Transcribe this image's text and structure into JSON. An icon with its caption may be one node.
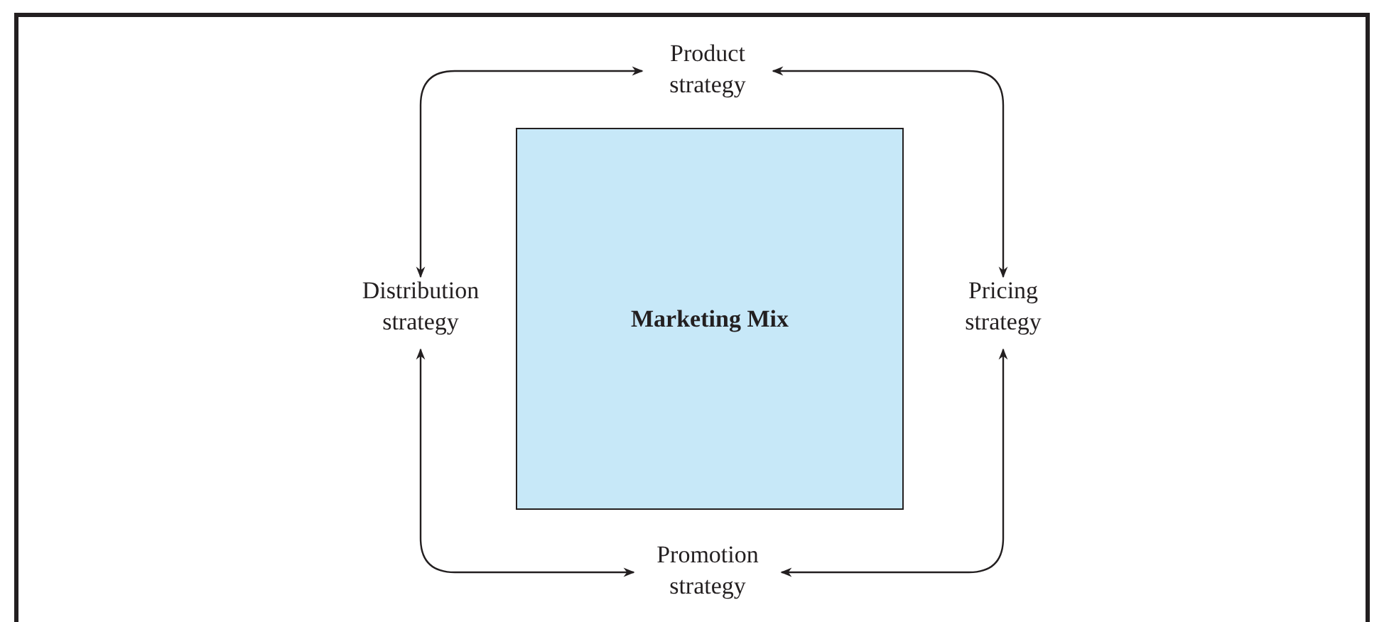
{
  "diagram": {
    "nodes": [
      {
        "text": [
          "Product strategy"
        ]
      },
      {
        "text": [
          "Distribution strategy"
        ]
      },
      {
        "text": [
          "Marketing Mix"
        ]
      },
      {
        "text": [
          "Pricing strategy"
        ]
      },
      {
        "text": [
          "Promotion strategy"
        ]
      }
    ],
    "edges": [
      {
        "from": 0,
        "to": 1,
        "arrow": "both"
      },
      {
        "from": 0,
        "to": 3,
        "arrow": "both"
      },
      {
        "from": 1,
        "to": 4,
        "arrow": "both"
      },
      {
        "from": 3,
        "to": 4,
        "arrow": "both"
      }
    ]
  }
}
